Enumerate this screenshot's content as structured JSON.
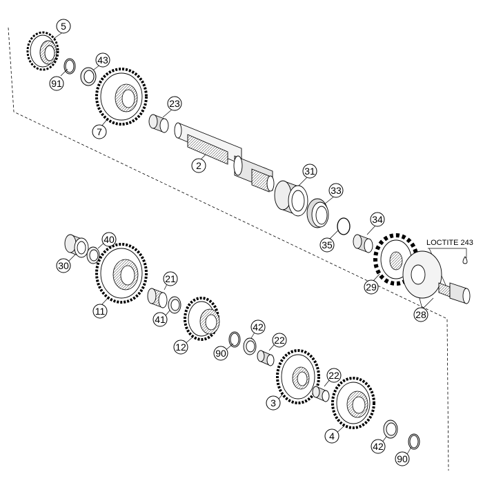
{
  "callouts": {
    "p5": "5",
    "p43": "43",
    "p91": "91",
    "p7": "7",
    "p23": "23",
    "p2": "2",
    "p31": "31",
    "p33": "33",
    "p35": "35",
    "p34": "34",
    "p29": "29",
    "p28": "28",
    "p40": "40",
    "p30": "30",
    "p11": "11",
    "p21": "21",
    "p41": "41",
    "p12": "12",
    "p90a": "90",
    "p42a": "42",
    "p22a": "22",
    "p3": "3",
    "p22b": "22",
    "p4": "4",
    "p42b": "42",
    "p90b": "90"
  },
  "note": {
    "loctite": "LOCTITE 243"
  },
  "colors": {
    "line": "#000000",
    "paper": "#ffffff"
  }
}
